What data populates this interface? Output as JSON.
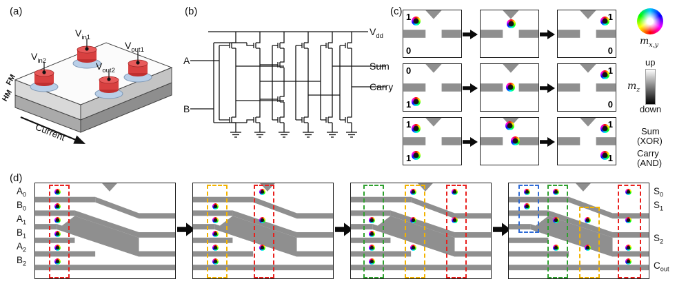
{
  "panel_a": {
    "tag": "(a)",
    "electrodes": [
      {
        "b": "V",
        "s": "in2"
      },
      {
        "b": "V",
        "s": "in1"
      },
      {
        "b": "V",
        "s": "out1"
      },
      {
        "b": "V",
        "s": "out2"
      }
    ],
    "layers": {
      "fm": "FM",
      "hm": "HM"
    },
    "current_label": "Current",
    "electrode_color": "#d84040",
    "pad_color": "#b9cfe8"
  },
  "panel_b": {
    "tag": "(b)",
    "input_a": "A",
    "input_b": "B",
    "vdd": {
      "b": "V",
      "s": "dd"
    },
    "out_sum": "Sum",
    "out_carry": "Carry"
  },
  "panel_c": {
    "tag": "(c)",
    "rows": [
      {
        "in_top": "1",
        "in_bottom": "0",
        "out_top": "1",
        "out_bottom": "0"
      },
      {
        "in_top": "0",
        "in_bottom": "1",
        "out_top": "1",
        "out_bottom": "0"
      },
      {
        "in_top": "1",
        "in_bottom": "1",
        "out_top": "1",
        "out_bottom": "1"
      }
    ],
    "legend": {
      "mxy": {
        "b": "m",
        "s": "x,y"
      },
      "up": "up",
      "mz": {
        "b": "m",
        "s": "z"
      },
      "down": "down",
      "sum1": "Sum",
      "sum2": "(XOR)",
      "carry1": "Carry",
      "carry2": "(AND)"
    }
  },
  "panel_d": {
    "tag": "(d)",
    "inputs": [
      {
        "b": "A",
        "s": "0"
      },
      {
        "b": "B",
        "s": "0"
      },
      {
        "b": "A",
        "s": "1"
      },
      {
        "b": "B",
        "s": "1"
      },
      {
        "b": "A",
        "s": "2"
      },
      {
        "b": "B",
        "s": "2"
      }
    ],
    "outputs": [
      {
        "b": "S",
        "s": "0"
      },
      {
        "b": "S",
        "s": "1"
      },
      {
        "b": "S",
        "s": "2"
      },
      {
        "b": "C",
        "s": "out"
      }
    ]
  },
  "colors": {
    "track_gray": "#8f8f8f",
    "highlight_red": "#e8201d",
    "highlight_yellow": "#f3b300",
    "highlight_green": "#2fa12f",
    "highlight_blue": "#2e6bd6"
  }
}
